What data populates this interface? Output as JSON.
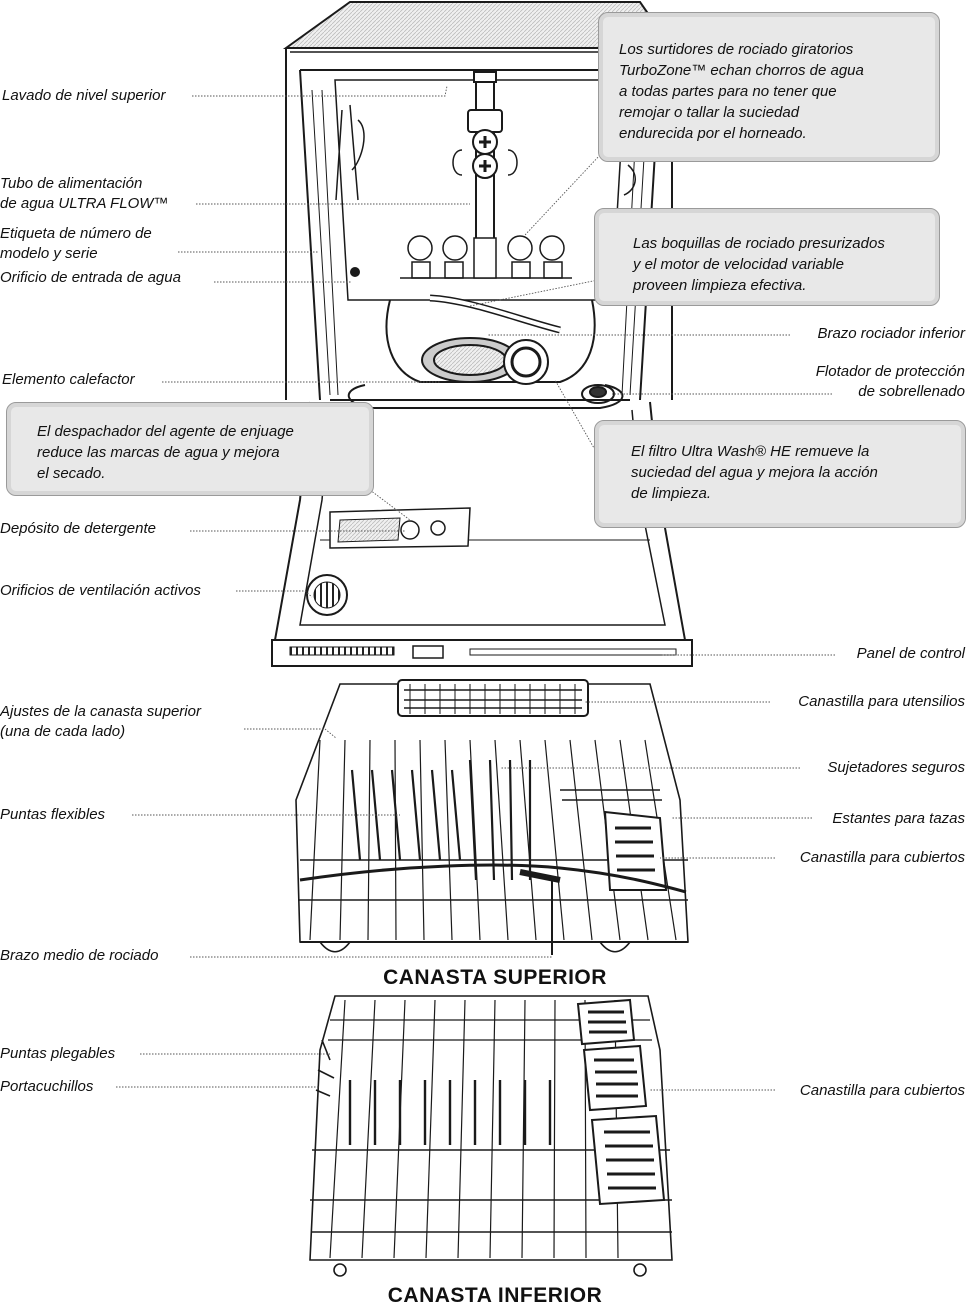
{
  "labels": {
    "lavado_superior": "Lavado de nivel superior",
    "tubo_alimentacion": "Tubo de alimentación\nde agua ULTRA FLOW™",
    "etiqueta_modelo": "Etiqueta de número de\nmodelo y serie",
    "orificio_entrada": "Orificio de entrada de agua",
    "elemento_calefactor": "Elemento calefactor",
    "deposito_detergente": "Depósito de detergente",
    "orificios_ventilacion": "Orificios de ventilación activos",
    "brazo_rociador_inferior": "Brazo rociador inferior",
    "flotador": "Flotador de protección\nde sobrellenado",
    "panel_control": "Panel de control",
    "canastilla_utensilios": "Canastilla para utensilios",
    "ajustes_canasta": "Ajustes de la canasta superior\n(una de cada lado)",
    "sujetadores": "Sujetadores seguros",
    "puntas_flexibles": "Puntas flexibles",
    "estantes_tazas": "Estantes para tazas",
    "canastilla_cubiertos_sup": "Canastilla para cubiertos",
    "brazo_medio": "Brazo medio de rociado",
    "puntas_plegables": "Puntas plegables",
    "portacuchillos": "Portacuchillos",
    "canastilla_cubiertos_inf": "Canastilla para cubiertos"
  },
  "callouts": {
    "turbozone": "Los surtidores de rociado giratorios\nTurboZone™ echan chorros de agua\na todas partes para no tener que\nremojar o tallar la suciedad\nendurecida por el horneado.",
    "boquillas": "Las boquillas de rociado presurizados\ny el motor de velocidad variable\nproveen limpieza efectiva.",
    "despachador": "El despachador del agente de enjuage\nreduce las marcas de agua y mejora\nel secado.",
    "filtro": "El filtro Ultra Wash® HE remueve la\nsuciedad del agua y mejora la acción\nde limpieza."
  },
  "captions": {
    "upper_rack": "CANASTA SUPERIOR",
    "lower_rack": "CANASTA INFERIOR"
  }
}
